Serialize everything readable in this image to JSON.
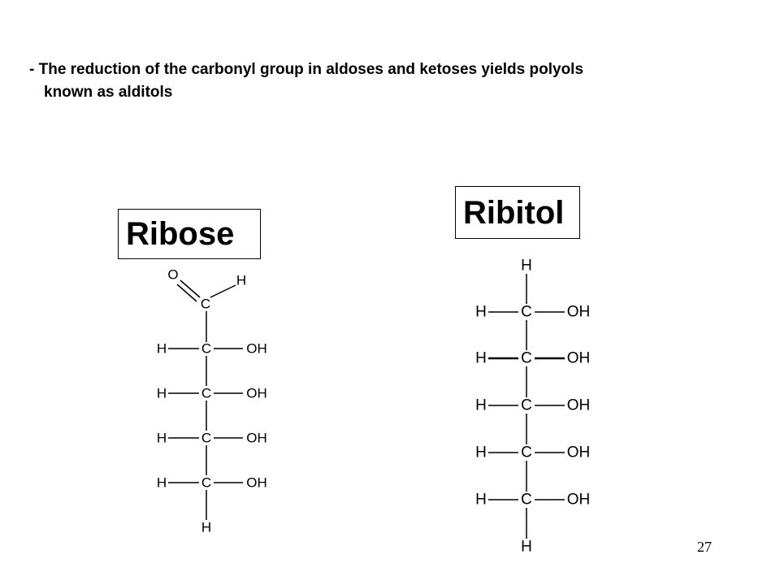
{
  "slide": {
    "bullet_line1": "- The reduction of the carbonyl group in aldoses and ketoses yields polyols",
    "bullet_line2": "known as alditols",
    "page_number": "27"
  },
  "ribose": {
    "label": "Ribose",
    "carbonyl": {
      "oxygen": "O",
      "carbon": "C",
      "hydrogen": "H"
    },
    "carbon_symbol": "C",
    "rows": [
      {
        "left": "H",
        "center": "C",
        "right": "OH"
      },
      {
        "left": "H",
        "center": "C",
        "right": "OH"
      },
      {
        "left": "H",
        "center": "C",
        "right": "OH"
      },
      {
        "left": "H",
        "center": "C",
        "right": "OH"
      }
    ],
    "bottom": "H"
  },
  "ribitol": {
    "label": "Ribitol",
    "top": "H",
    "rows": [
      {
        "left": "H",
        "center": "C",
        "right": "OH"
      },
      {
        "left": "H",
        "center": "C",
        "right": "OH"
      },
      {
        "left": "H",
        "center": "C",
        "right": "OH"
      },
      {
        "left": "H",
        "center": "C",
        "right": "OH"
      },
      {
        "left": "H",
        "center": "C",
        "right": "OH"
      }
    ],
    "bottom": "H"
  }
}
